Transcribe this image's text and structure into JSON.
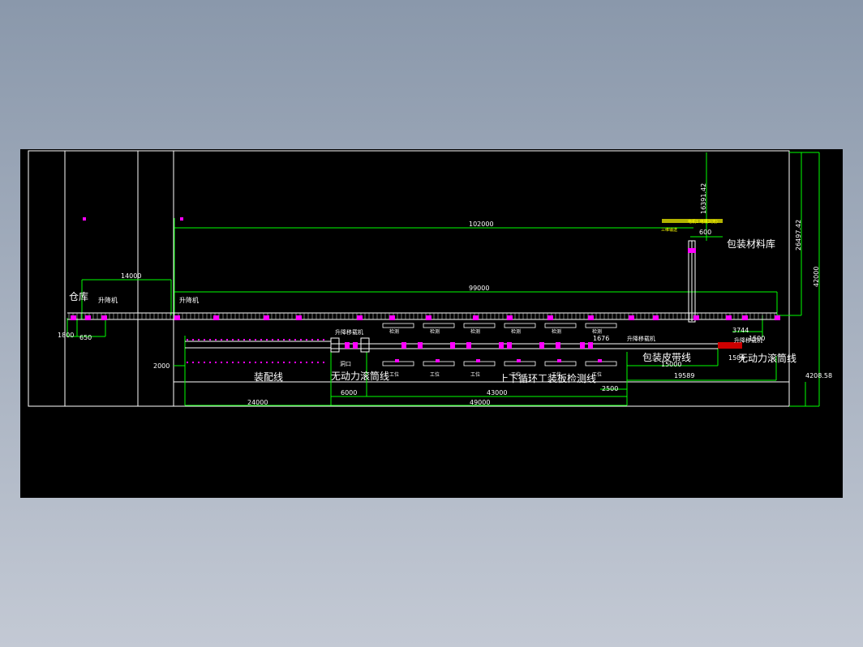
{
  "colors": {
    "background_outer": "#8a98ab",
    "canvas": "#000000",
    "frame": "#ffffff",
    "dimension": "#00ff00",
    "label": "#ffffff",
    "equipment": "#ff00ff",
    "highlight": "#ffff00",
    "marker_red": "#ff0000"
  },
  "labels": {
    "warehouse": "仓库",
    "lifter_left": "升降机",
    "lifter_mid": "升降机",
    "lift_transfer_1": "升降移载机",
    "lift_transfer_2": "升降移载机",
    "lift_transfer_3": "升降移载机",
    "packing_material_store": "包装材料库",
    "assembly_line": "装配线",
    "unpowered_roller_line_1": "无动力滚筒线",
    "unpowered_roller_line_2": "无动力滚筒线",
    "circulating_inspection_line": "上下循环工装板检测线",
    "packing_belt_line": "包装皮带线",
    "opening": "洞口",
    "inspect": "检测",
    "station": "工位",
    "annotation_small": "电机1  电机2(无)",
    "annotation_small_2": "三维输送"
  },
  "dimensions": {
    "top_102000": "102000",
    "top_99000": "99000",
    "left_14000": "14000",
    "left_1800": "1800",
    "left_650": "650",
    "left_2000": "2000",
    "v_16391": "16391.42",
    "h_600": "600",
    "v_26497": "26497.42",
    "v_42000": "42000",
    "v_4208": "4208.58",
    "d_3744": "3744",
    "d_1500a": "1500",
    "d_1500b": "1500",
    "d_15000": "15000",
    "d_19589": "19589",
    "d_2500": "2500",
    "d_1676": "1676",
    "d_6000": "6000",
    "d_43000": "43000",
    "d_24000": "24000",
    "d_49000": "49000"
  }
}
